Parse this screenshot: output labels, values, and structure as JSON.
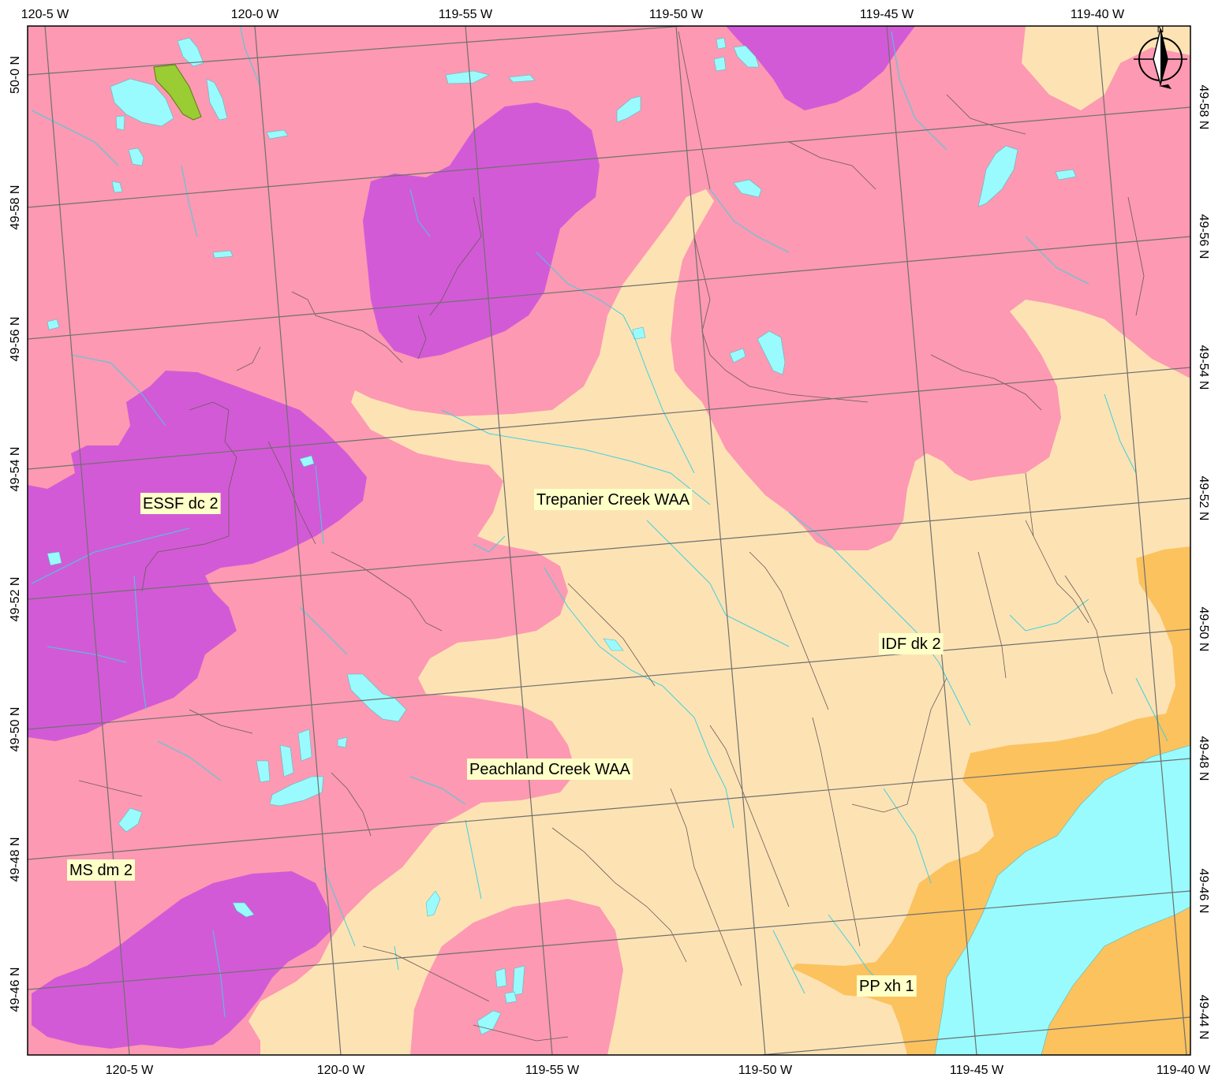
{
  "colors": {
    "idf": "#fde3b4",
    "ms": "#fd99b2",
    "essf": "#d35ad6",
    "pp": "#fbc25e",
    "water": "#99fbfd",
    "parkland": "#9acc33",
    "grid": "#707070",
    "stream": "#3fd0e0",
    "road": "#6a5a5a",
    "frame": "#000000",
    "label_bg": "#ffffc8"
  },
  "top_longitude_labels": [
    "120-5 W",
    "120-0 W",
    "119-55 W",
    "119-50 W",
    "119-45 W",
    "119-40 W"
  ],
  "bottom_longitude_labels": [
    "120-5 W",
    "120-0 W",
    "119-55 W",
    "119-50 W",
    "119-45 W",
    "119-40 W"
  ],
  "left_latitude_labels": [
    "50-0 N",
    "49-58 N",
    "49-56 N",
    "49-54 N",
    "49-52 N",
    "49-50 N",
    "49-48 N",
    "49-46 N"
  ],
  "right_latitude_labels": [
    "49-58 N",
    "49-56 N",
    "49-54 N",
    "49-52 N",
    "49-50 N",
    "49-48 N",
    "49-46 N",
    "49-44 N"
  ],
  "zone_labels": [
    {
      "text": "ESSF dc 2",
      "icon": "essf-zone"
    },
    {
      "text": "Trepanier Creek WAA",
      "icon": "watershed-area"
    },
    {
      "text": "IDF dk 2",
      "icon": "idf-zone"
    },
    {
      "text": "Peachland Creek WAA",
      "icon": "watershed-area"
    },
    {
      "text": "MS dm 2",
      "icon": "ms-zone"
    },
    {
      "text": "PP xh 1",
      "icon": "pp-zone"
    }
  ],
  "north_arrow": {
    "letter": "N",
    "icon": "north-arrow-icon"
  }
}
